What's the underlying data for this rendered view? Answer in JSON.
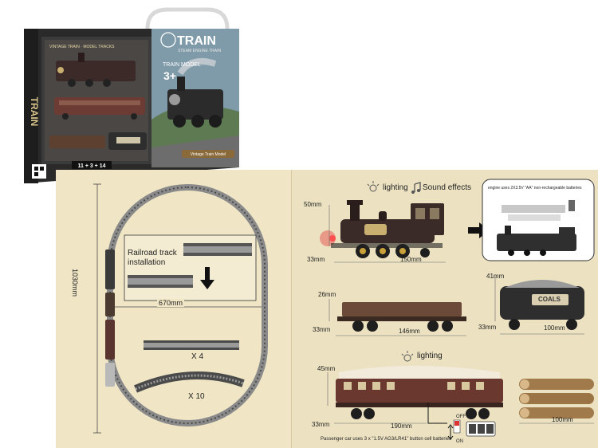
{
  "box": {
    "brand": "TRAIN",
    "brand_sub": "STEAM ENGINE TRAIN",
    "side_text": "TRAIN",
    "banner": "VINTAGE TRAIN · MODEL TRACKS",
    "age_label": "TRAIN MODEL",
    "age": "3+",
    "parts_formula": "11 + 3 + 14",
    "tag_vintage": "Vintage Train Model"
  },
  "tracks": {
    "width_dim": "670mm",
    "height_dim": "1030mm",
    "install_title": "Railroad track installation",
    "straight_count": "X 4",
    "curve_count": "X 10"
  },
  "features": {
    "lighting": "lighting",
    "sound": "Sound effects",
    "lighting2": "lighting"
  },
  "engine": {
    "height": "50mm",
    "depth": "33mm",
    "length": "150mm",
    "battery_note": "engine uses 2X3.5V \"AA\" non-rechargeable batteries"
  },
  "flatcar": {
    "height": "26mm",
    "depth": "33mm",
    "length": "146mm"
  },
  "coalcar": {
    "height": "41mm",
    "depth": "33mm",
    "length": "100mm",
    "label": "COALS"
  },
  "passenger": {
    "height": "45mm",
    "depth": "33mm",
    "length": "190mm",
    "switch_off": "OFF",
    "switch_on": "ON",
    "battery_note": "Passenger car uses 3 x \"1.5V AG3/LR41\" button cell batteries"
  },
  "logs": {
    "length": "100mm"
  }
}
